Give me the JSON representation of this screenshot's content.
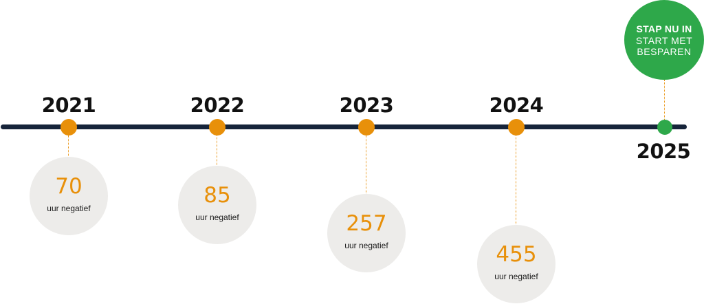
{
  "timeline": {
    "milestones": [
      {
        "year": "2021",
        "value": "70",
        "unit": "uur negatief"
      },
      {
        "year": "2022",
        "value": "85",
        "unit": "uur negatief"
      },
      {
        "year": "2023",
        "value": "257",
        "unit": "uur negatief"
      },
      {
        "year": "2024",
        "value": "455",
        "unit": "uur negatief"
      }
    ],
    "final": {
      "year": "2025",
      "cta_line1": "STAP NU IN",
      "cta_line2": "START MET",
      "cta_line3": "BESPAREN"
    }
  },
  "colors": {
    "axis": "#16243a",
    "milestone_dot": "#e8900a",
    "value_text": "#e8900a",
    "bubble": "#edecea",
    "final_dot": "#2ea84a",
    "cta_circle": "#2ea84a",
    "connector": "#e8900a"
  }
}
